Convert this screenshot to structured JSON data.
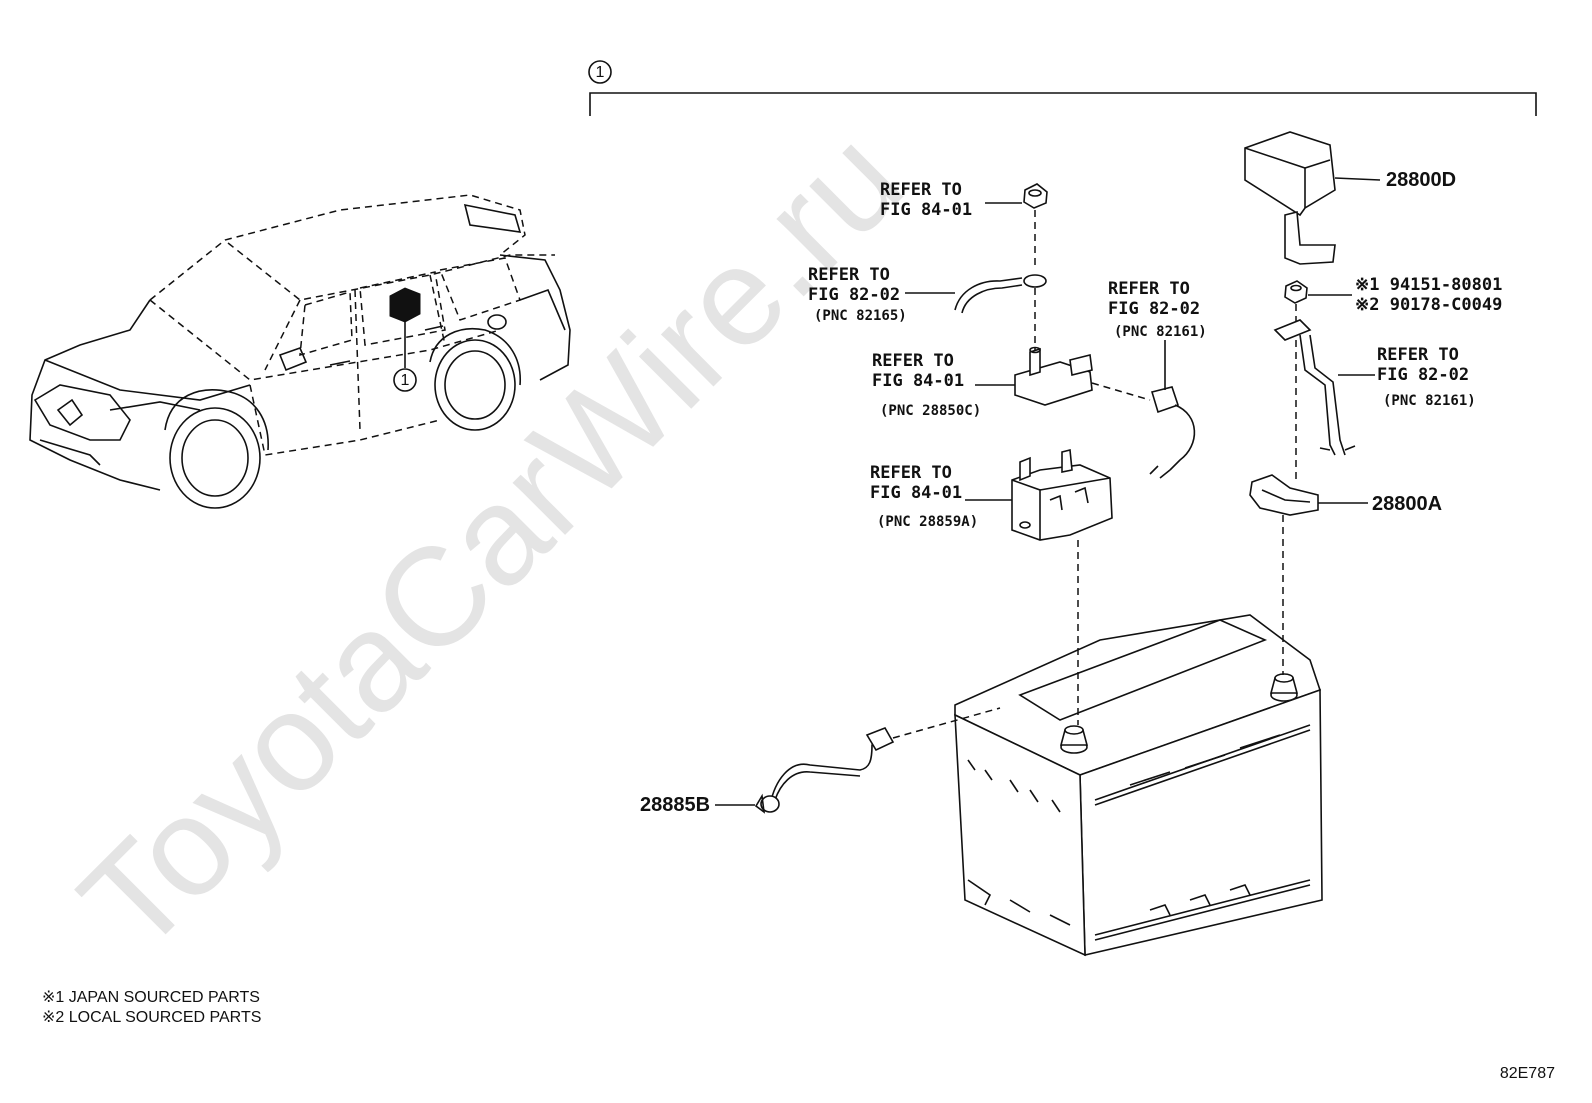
{
  "watermark": "ToyotaCarWire.ru",
  "group_marker": "1",
  "vehicle_callout": "1",
  "labels": {
    "refer_nut": [
      "REFER TO",
      "FIG 84-01"
    ],
    "refer_cable_left": [
      "REFER TO",
      "FIG 82-02",
      "(PNC 82165)"
    ],
    "refer_sensor": [
      "REFER TO",
      "FIG 84-01",
      "(PNC 28850C)"
    ],
    "refer_connector": [
      "REFER TO",
      "FIG 82-02",
      "(PNC 82161)"
    ],
    "refer_bracket": [
      "REFER TO",
      "FIG 84-01",
      "(PNC 28859A)"
    ],
    "refer_cable_right": [
      "REFER TO",
      "FIG 82-02",
      "(PNC 82161)"
    ]
  },
  "parts": {
    "cover": "28800D",
    "clamp": "28800A",
    "vent_hose": "28885B"
  },
  "nut_parts": [
    "※1 94151-80801",
    "※2 90178-C0049"
  ],
  "legend": [
    "※1 JAPAN SOURCED PARTS",
    "※2 LOCAL SOURCED PARTS"
  ],
  "figure_code": "82E787"
}
